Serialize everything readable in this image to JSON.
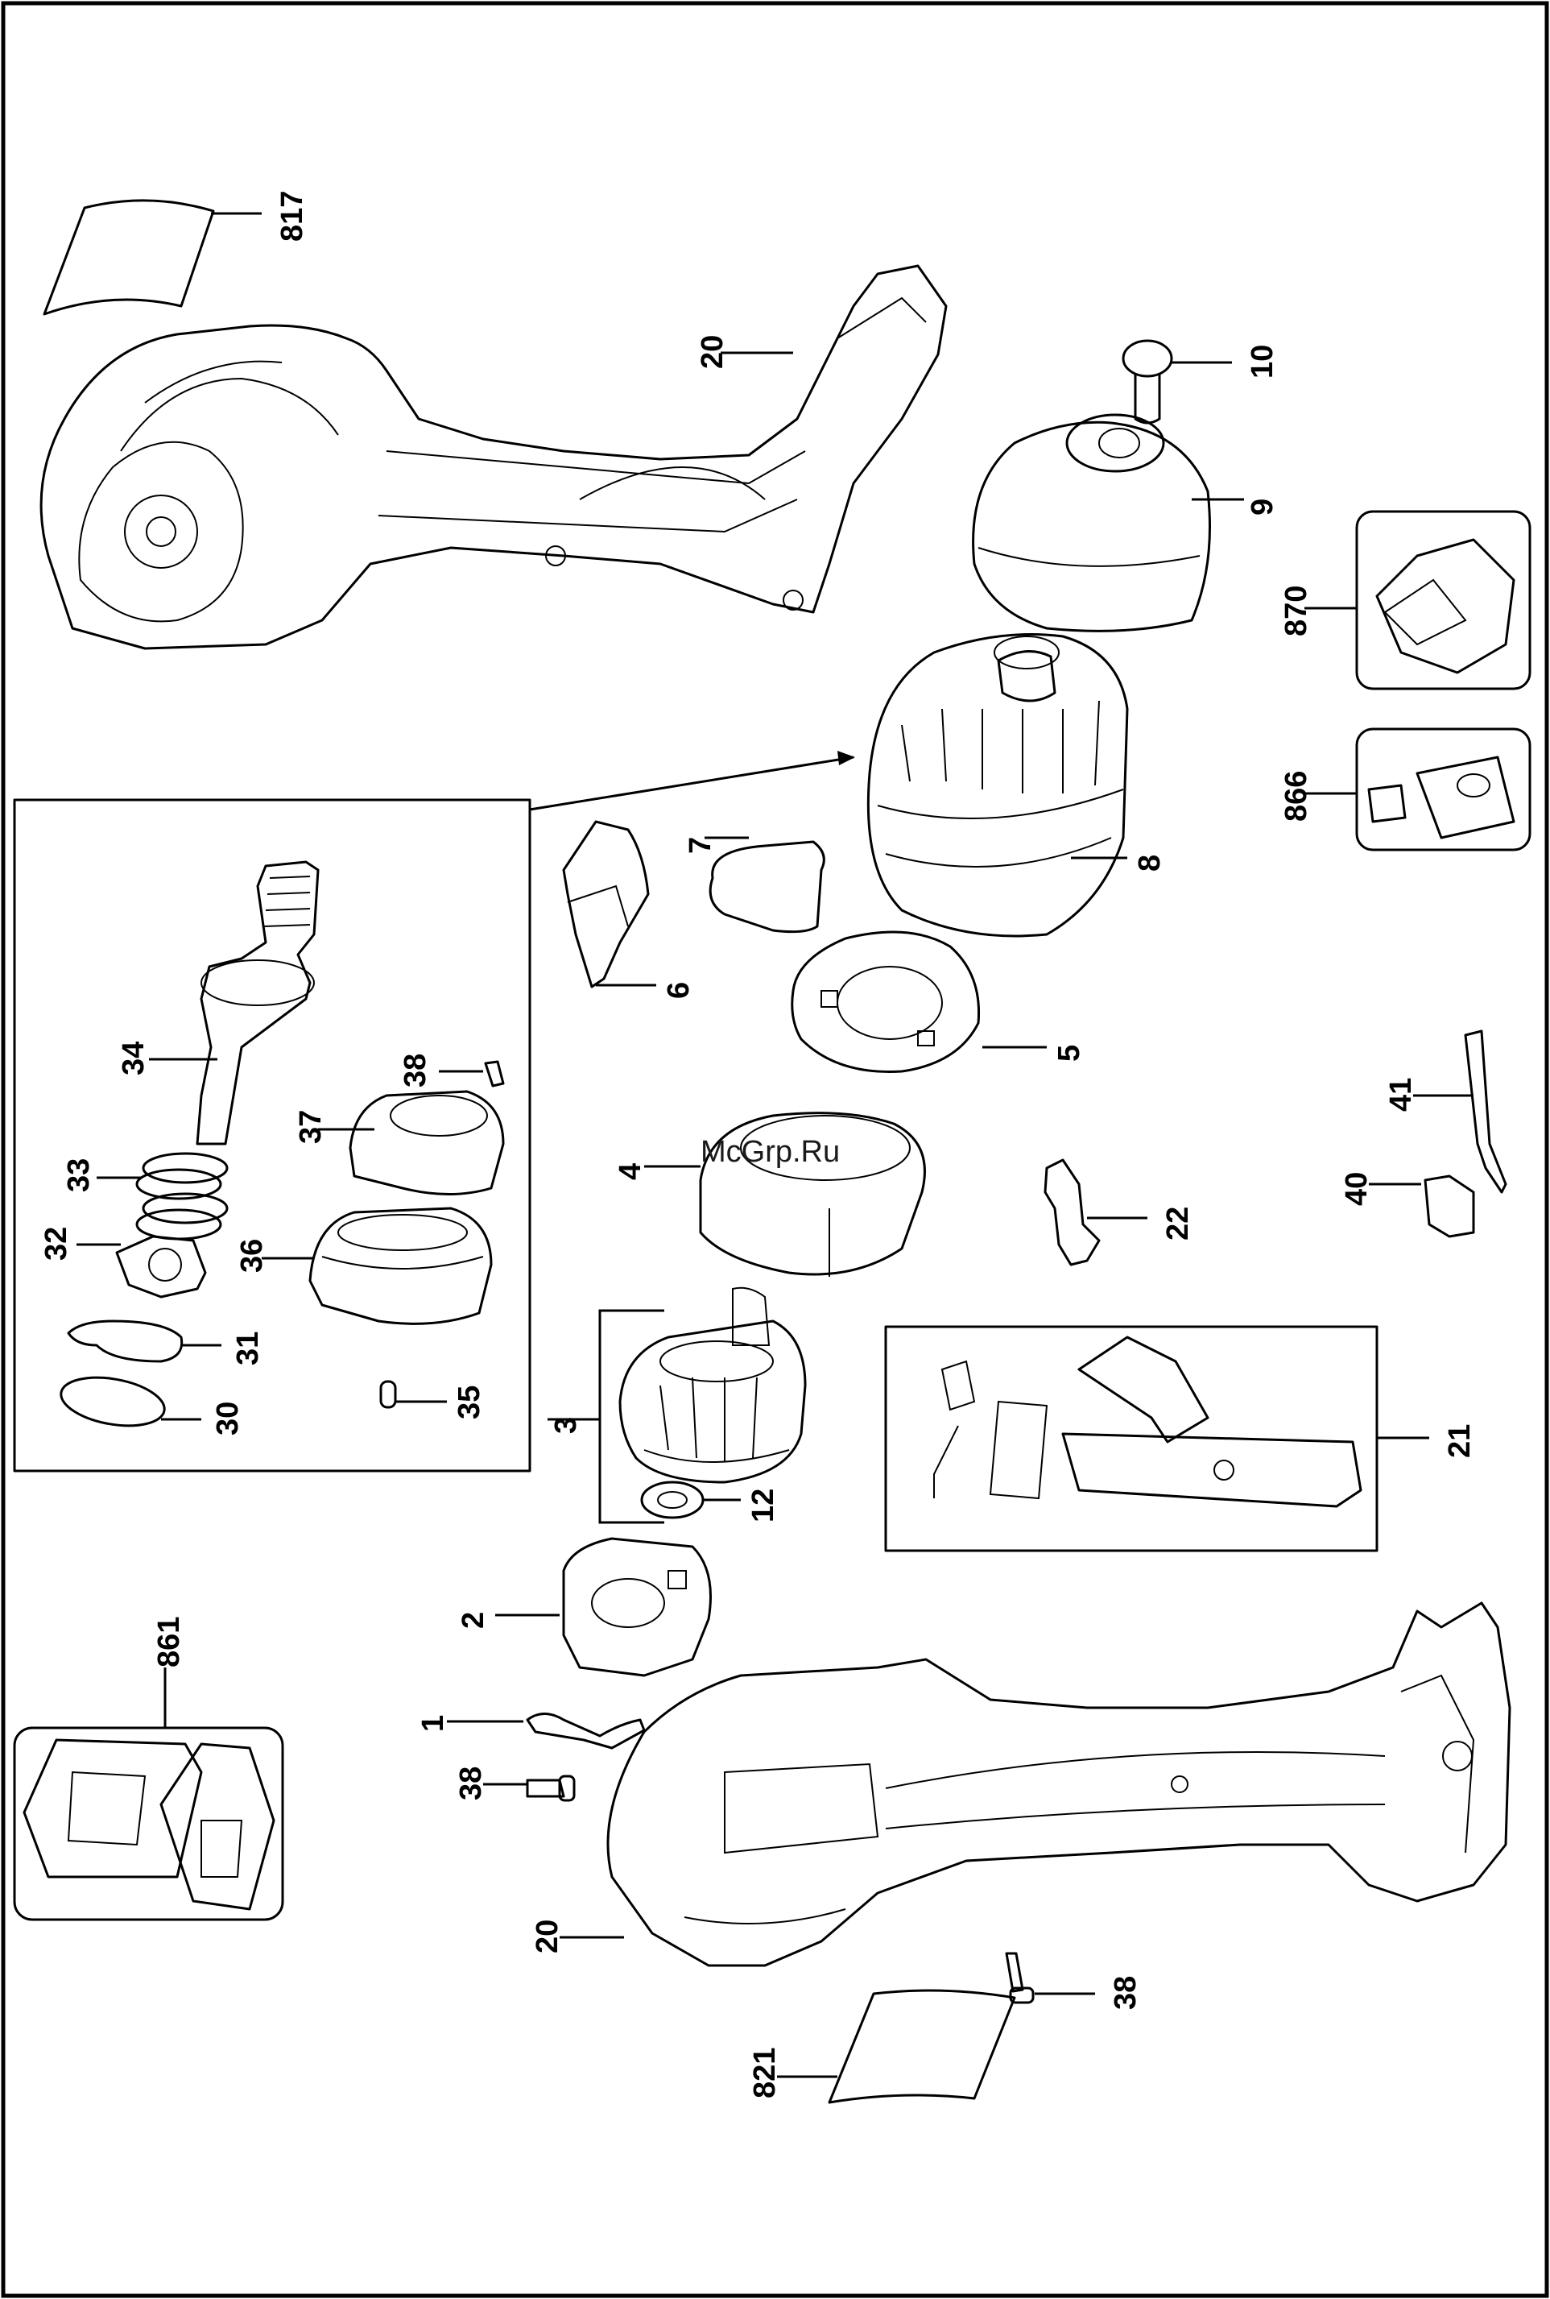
{
  "watermark": "McGrp.Ru",
  "labels": {
    "p817": "817",
    "p20a": "20",
    "p10": "10",
    "p9": "9",
    "p870": "870",
    "p866": "866",
    "p8": "8",
    "p7": "7",
    "p6": "6",
    "p5": "5",
    "p4": "4",
    "p22": "22",
    "p41": "41",
    "p40": "40",
    "p3": "3",
    "p12": "12",
    "p21": "21",
    "p2": "2",
    "p1": "1",
    "p38a": "38",
    "p20b": "20",
    "p38b": "38",
    "p821": "821",
    "p861": "861",
    "p34": "34",
    "p38c": "38",
    "p37": "37",
    "p33": "33",
    "p32": "32",
    "p36": "36",
    "p31": "31",
    "p30": "30",
    "p35": "35"
  }
}
